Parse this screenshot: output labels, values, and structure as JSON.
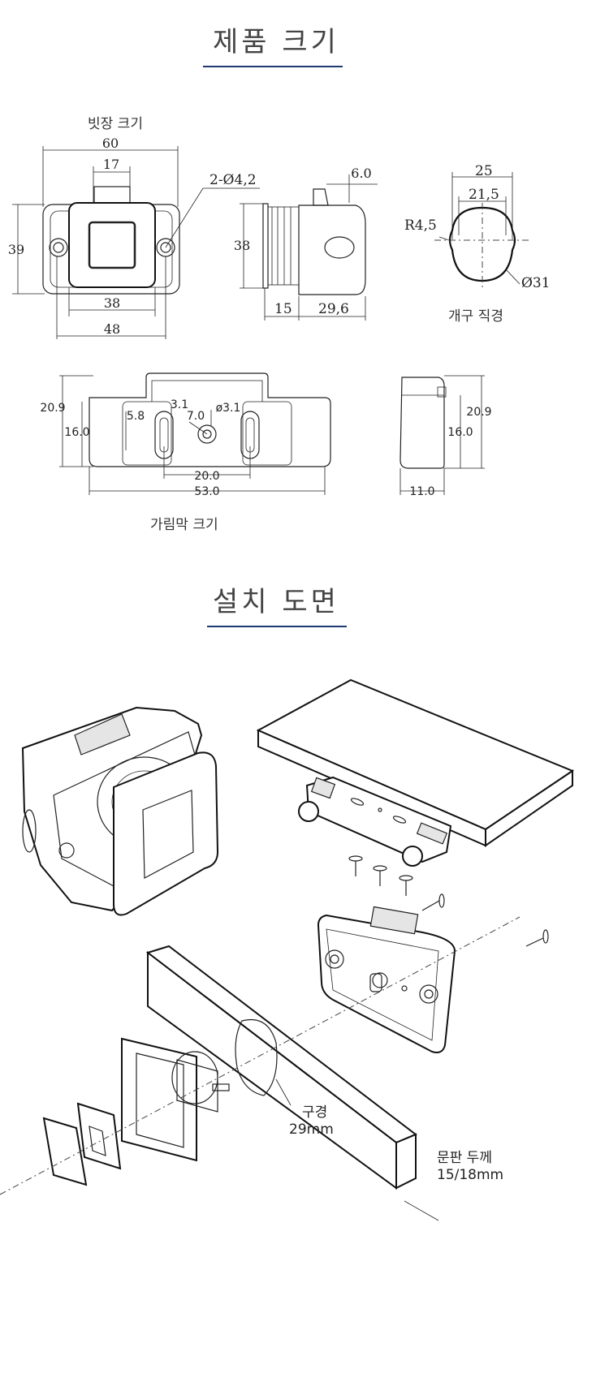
{
  "section1": {
    "title": "제품 크기",
    "body_label": "빗장 크기",
    "cutout_label": "개구 직경",
    "strike_label": "가림막 크기",
    "front_dims": {
      "width": "60",
      "top": "17",
      "height": "39",
      "inner": "38",
      "bottom": "48",
      "holes": "2-Ø4,2"
    },
    "side_dims": {
      "height": "38",
      "top": "6.0",
      "left": "15",
      "depth": "29,6"
    },
    "cutout_dims": {
      "outer": "25",
      "inner": "21,5",
      "radius": "R4,5",
      "dia": "Ø31"
    },
    "strike_dims": {
      "h_outer": "20.9",
      "h_inner": "16.0",
      "d58": "5.8",
      "d31": "3.1",
      "d70": "7.0",
      "hole": "ø3.1",
      "slot_span": "20.0",
      "total": "53.0"
    },
    "strike_side_dims": {
      "h_outer": "20.9",
      "h_inner": "16.0",
      "depth": "11.0"
    }
  },
  "section2": {
    "title": "설치 도면",
    "hole_label_1": "구경",
    "hole_label_2": "29mm",
    "door_label_1": "문판 두께",
    "door_label_2": "15/18mm"
  },
  "colors": {
    "accent": "#1f3a70",
    "line": "#222222"
  }
}
